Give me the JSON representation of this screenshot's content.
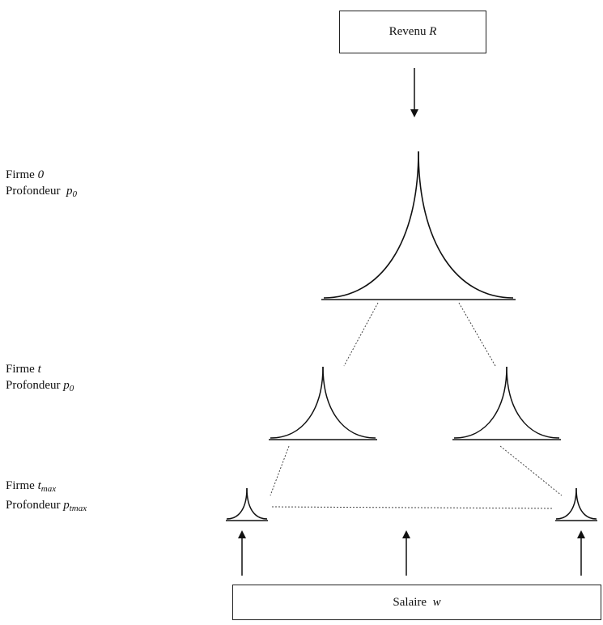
{
  "top_box": {
    "text": "Revenu",
    "var": "R"
  },
  "bottom_box": {
    "text": "Salaire",
    "var": "w"
  },
  "levels": [
    {
      "firm_word": "Firme",
      "firm_index": "0",
      "firm_sub": "",
      "depth_word": "Profondeur",
      "depth_var": "p",
      "depth_sub": "0"
    },
    {
      "firm_word": "Firme",
      "firm_index": "t",
      "firm_sub": "",
      "depth_word": "Profondeur",
      "depth_var": "p",
      "depth_sub": "0"
    },
    {
      "firm_word": "Firme",
      "firm_index": "t",
      "firm_sub": "max",
      "depth_word": "Profondeur",
      "depth_var": "p",
      "depth_sub": "tmax"
    }
  ]
}
